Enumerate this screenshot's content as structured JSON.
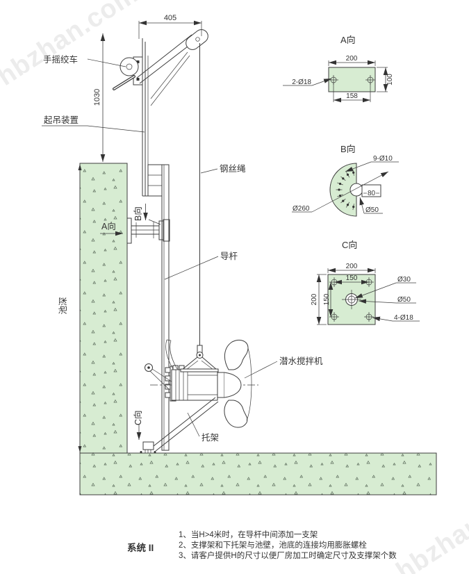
{
  "watermark": {
    "text": "hbzhan.com"
  },
  "main": {
    "labels": {
      "hand_winch": "手摇绞车",
      "lifting_device": "起吊装置",
      "wire_rope": "钢丝绳",
      "guide_rod": "导杆",
      "pool_depth": "池深",
      "submersible_mixer": "潜水搅拌机",
      "bracket": "托架"
    },
    "view_markers": {
      "a": "A向",
      "b": "B向",
      "c": "C向"
    },
    "dimensions": {
      "jib_length": "405",
      "mast_height": "1030"
    }
  },
  "view_a": {
    "title": "A向",
    "dim_width": "200",
    "dim_height": "100",
    "dim_hole_spacing": "158",
    "hole_label": "2-Ø18"
  },
  "view_b": {
    "title": "B向",
    "hole_label": "9-Ø10",
    "dim_outer": "Ø260",
    "dim_center": "Ø50",
    "dim_shaft": "80"
  },
  "view_c": {
    "title": "C向",
    "dim_width": "200",
    "dim_height": "200",
    "dim_hole_x": "150",
    "dim_hole_y": "150",
    "dim_inner": "Ø30",
    "dim_outer": "Ø50",
    "hole_label": "4-Ø18"
  },
  "footer": {
    "system_label": "系统 II",
    "notes": [
      "1、当H>4米时，在导杆中间添加一支架",
      "2、支撑架和下托架与池壁，池底的连接均用膨胀螺栓",
      "3、请客户提供H的尺寸以便厂房加工时确定尺寸及支撑架个数"
    ]
  }
}
